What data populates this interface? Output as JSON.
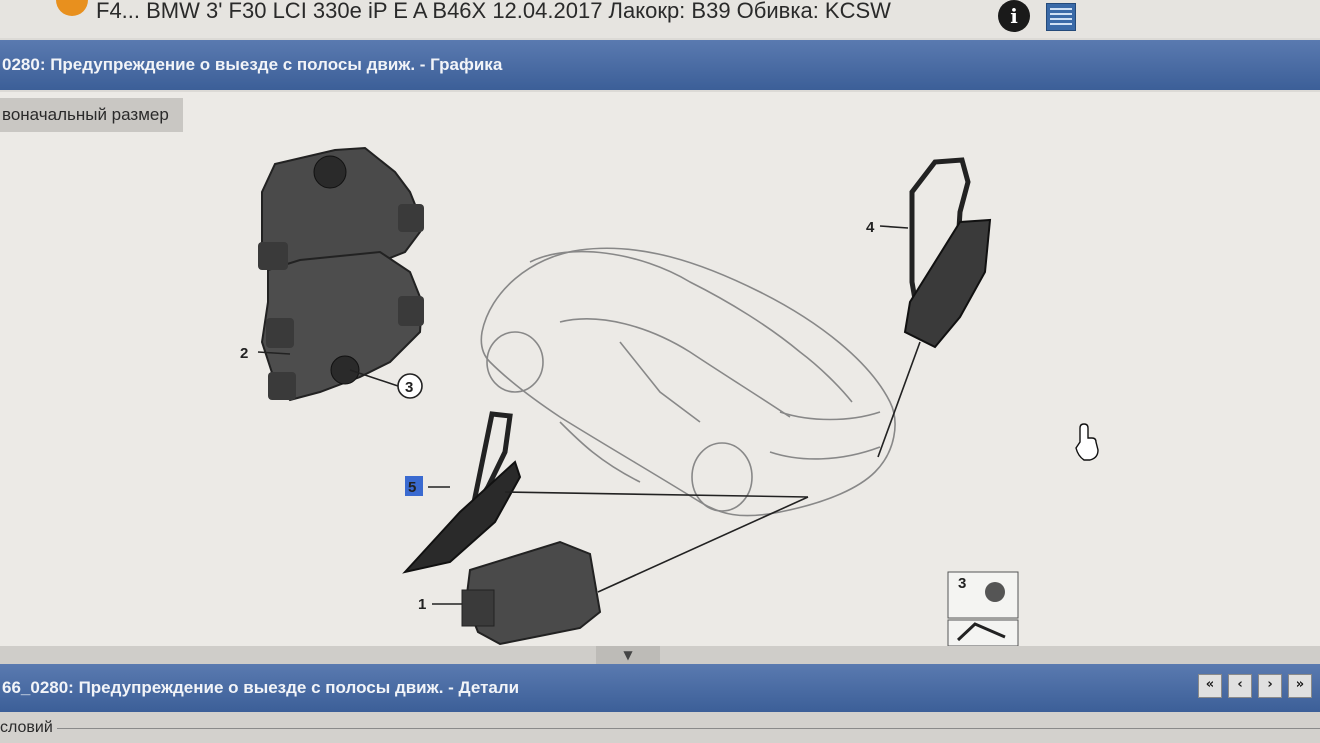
{
  "header": {
    "vehicle_info": "F4... BMW 3' F30 LCI 330e iP E A B46X 12.04.2017 Лакокр: B39 Обивка: KCSW",
    "info_icon": "info-icon",
    "table_icon": "table-icon",
    "accent_color": "#e8901e"
  },
  "graphics_panel": {
    "title": "0280: Предупреждение о выезде с полосы движ. - Графика",
    "reset_button": "воначальный размер",
    "callouts": [
      "1",
      "2",
      "3",
      "4",
      "5"
    ],
    "thumbnail_label": "3",
    "titlebar_color": "#4a6ca4"
  },
  "details_panel": {
    "title": "66_0280: Предупреждение о выезде с полосы движ. - Детали",
    "nav": [
      "«",
      "‹",
      "›",
      "»"
    ]
  },
  "footer": {
    "label": "словий"
  }
}
